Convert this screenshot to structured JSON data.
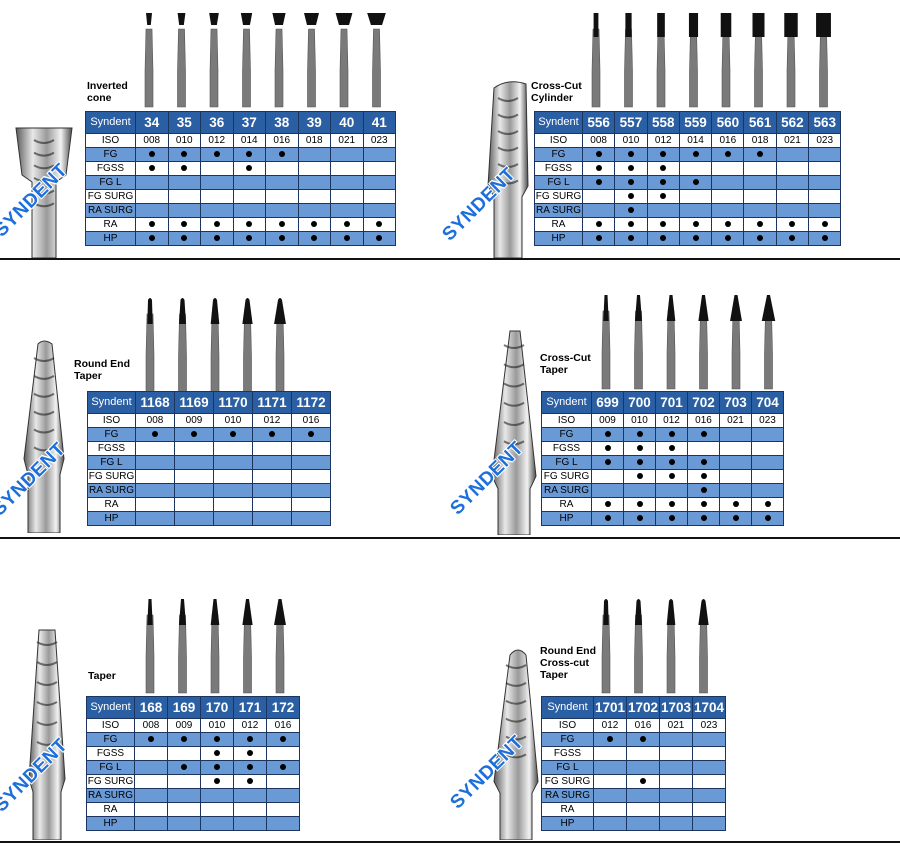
{
  "brand": "SYNDENT",
  "row_labels": [
    "ISO",
    "FG",
    "FGSS",
    "FG L",
    "FG SURG",
    "RA SURG",
    "RA",
    "HP"
  ],
  "header_label": "Syndent",
  "sections": [
    {
      "id": "inverted-cone",
      "title": "Inverted\ncone",
      "bur_shape": "inverted-cone",
      "sizes": [
        "34",
        "35",
        "36",
        "37",
        "38",
        "39",
        "40",
        "41"
      ],
      "iso": [
        "008",
        "010",
        "012",
        "014",
        "016",
        "018",
        "021",
        "023"
      ],
      "marks": {
        "FG": [
          1,
          1,
          1,
          1,
          1,
          0,
          0,
          0
        ],
        "FGSS": [
          1,
          1,
          0,
          1,
          0,
          0,
          0,
          0
        ],
        "FG L": [
          0,
          0,
          0,
          0,
          0,
          0,
          0,
          0
        ],
        "FG SURG": [
          0,
          0,
          0,
          0,
          0,
          0,
          0,
          0
        ],
        "RA SURG": [
          0,
          0,
          0,
          0,
          0,
          0,
          0,
          0
        ],
        "RA": [
          1,
          1,
          1,
          1,
          1,
          1,
          1,
          1
        ],
        "HP": [
          1,
          1,
          1,
          1,
          1,
          1,
          1,
          1
        ]
      }
    },
    {
      "id": "cross-cut-cylinder",
      "title": "Cross-Cut\nCylinder",
      "bur_shape": "cylinder",
      "sizes": [
        "556",
        "557",
        "558",
        "559",
        "560",
        "561",
        "562",
        "563"
      ],
      "iso": [
        "008",
        "010",
        "012",
        "014",
        "016",
        "018",
        "021",
        "023"
      ],
      "marks": {
        "FG": [
          1,
          1,
          1,
          1,
          1,
          1,
          0,
          0
        ],
        "FGSS": [
          1,
          1,
          1,
          0,
          0,
          0,
          0,
          0
        ],
        "FG L": [
          1,
          1,
          1,
          1,
          0,
          0,
          0,
          0
        ],
        "FG SURG": [
          0,
          1,
          1,
          0,
          0,
          0,
          0,
          0
        ],
        "RA SURG": [
          0,
          1,
          0,
          0,
          0,
          0,
          0,
          0
        ],
        "RA": [
          1,
          1,
          1,
          1,
          1,
          1,
          1,
          1
        ],
        "HP": [
          1,
          1,
          1,
          1,
          1,
          1,
          1,
          1
        ]
      }
    },
    {
      "id": "round-end-taper",
      "title": "Round End\nTaper",
      "bur_shape": "round-taper",
      "sizes": [
        "1168",
        "1169",
        "1170",
        "1171",
        "1172"
      ],
      "iso": [
        "008",
        "009",
        "010",
        "012",
        "016"
      ],
      "marks": {
        "FG": [
          1,
          1,
          1,
          1,
          1
        ],
        "FGSS": [
          0,
          0,
          0,
          0,
          0
        ],
        "FG L": [
          0,
          0,
          0,
          0,
          0
        ],
        "FG SURG": [
          0,
          0,
          0,
          0,
          0
        ],
        "RA SURG": [
          0,
          0,
          0,
          0,
          0
        ],
        "RA": [
          0,
          0,
          0,
          0,
          0
        ],
        "HP": [
          0,
          0,
          0,
          0,
          0
        ]
      }
    },
    {
      "id": "cross-cut-taper",
      "title": "Cross-Cut\nTaper",
      "bur_shape": "taper",
      "sizes": [
        "699",
        "700",
        "701",
        "702",
        "703",
        "704"
      ],
      "iso": [
        "009",
        "010",
        "012",
        "016",
        "021",
        "023"
      ],
      "marks": {
        "FG": [
          1,
          1,
          1,
          1,
          0,
          0
        ],
        "FGSS": [
          1,
          1,
          1,
          0,
          0,
          0
        ],
        "FG L": [
          1,
          1,
          1,
          1,
          0,
          0
        ],
        "FG SURG": [
          0,
          1,
          1,
          1,
          0,
          0
        ],
        "RA SURG": [
          0,
          0,
          0,
          1,
          0,
          0
        ],
        "RA": [
          1,
          1,
          1,
          1,
          1,
          1
        ],
        "HP": [
          1,
          1,
          1,
          1,
          1,
          1
        ]
      }
    },
    {
      "id": "taper",
      "title": "Taper",
      "bur_shape": "taper",
      "sizes": [
        "168",
        "169",
        "170",
        "171",
        "172"
      ],
      "iso": [
        "008",
        "009",
        "010",
        "012",
        "016"
      ],
      "marks": {
        "FG": [
          1,
          1,
          1,
          1,
          1
        ],
        "FGSS": [
          0,
          0,
          1,
          1,
          0
        ],
        "FG L": [
          0,
          1,
          1,
          1,
          1
        ],
        "FG SURG": [
          0,
          0,
          1,
          1,
          0
        ],
        "RA SURG": [
          0,
          0,
          0,
          0,
          0
        ],
        "RA": [
          0,
          0,
          0,
          0,
          0
        ],
        "HP": [
          0,
          0,
          0,
          0,
          0
        ]
      }
    },
    {
      "id": "round-end-cross-cut-taper",
      "title": "Round End\nCross-cut\nTaper",
      "bur_shape": "round-taper",
      "sizes": [
        "1701",
        "1702",
        "1703",
        "1704"
      ],
      "iso": [
        "012",
        "016",
        "021",
        "023"
      ],
      "marks": {
        "FG": [
          1,
          1,
          0,
          0
        ],
        "FGSS": [
          0,
          0,
          0,
          0
        ],
        "FG L": [
          0,
          0,
          0,
          0
        ],
        "FG SURG": [
          0,
          1,
          0,
          0
        ],
        "RA SURG": [
          0,
          0,
          0,
          0
        ],
        "RA": [
          0,
          0,
          0,
          0
        ],
        "HP": [
          0,
          0,
          0,
          0
        ]
      }
    }
  ]
}
